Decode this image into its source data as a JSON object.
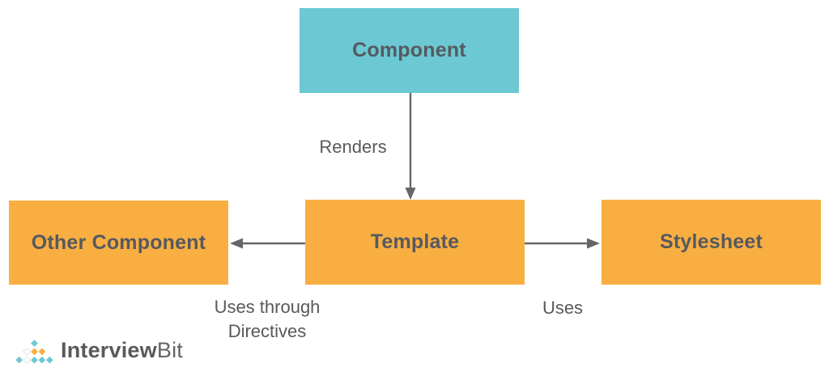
{
  "diagram": {
    "nodes": [
      {
        "id": "component",
        "label": "Component",
        "color": "#6cc8d2"
      },
      {
        "id": "template",
        "label": "Template",
        "color": "#f9ae42"
      },
      {
        "id": "other-component",
        "label": "Other Component",
        "color": "#f9ae42"
      },
      {
        "id": "stylesheet",
        "label": "Stylesheet",
        "color": "#f9ae42"
      }
    ],
    "edges": [
      {
        "from": "component",
        "to": "template",
        "label": "Renders",
        "label_lines": [
          "Renders"
        ]
      },
      {
        "from": "template",
        "to": "other-component",
        "label": "Uses through Directives",
        "label_lines": [
          "Uses through",
          "Directives"
        ]
      },
      {
        "from": "template",
        "to": "stylesheet",
        "label": "Uses",
        "label_lines": [
          "Uses"
        ]
      }
    ]
  },
  "branding": {
    "logo_text_primary": "Interview",
    "logo_text_secondary": "Bit",
    "logo_mark": "diamond-pyramid"
  },
  "colors": {
    "node_teal": "#6cc8d2",
    "node_orange": "#f9ae42",
    "node_text": "#555a5f",
    "arrow": "#666668",
    "label_text": "#595959",
    "background": "#ffffff"
  }
}
